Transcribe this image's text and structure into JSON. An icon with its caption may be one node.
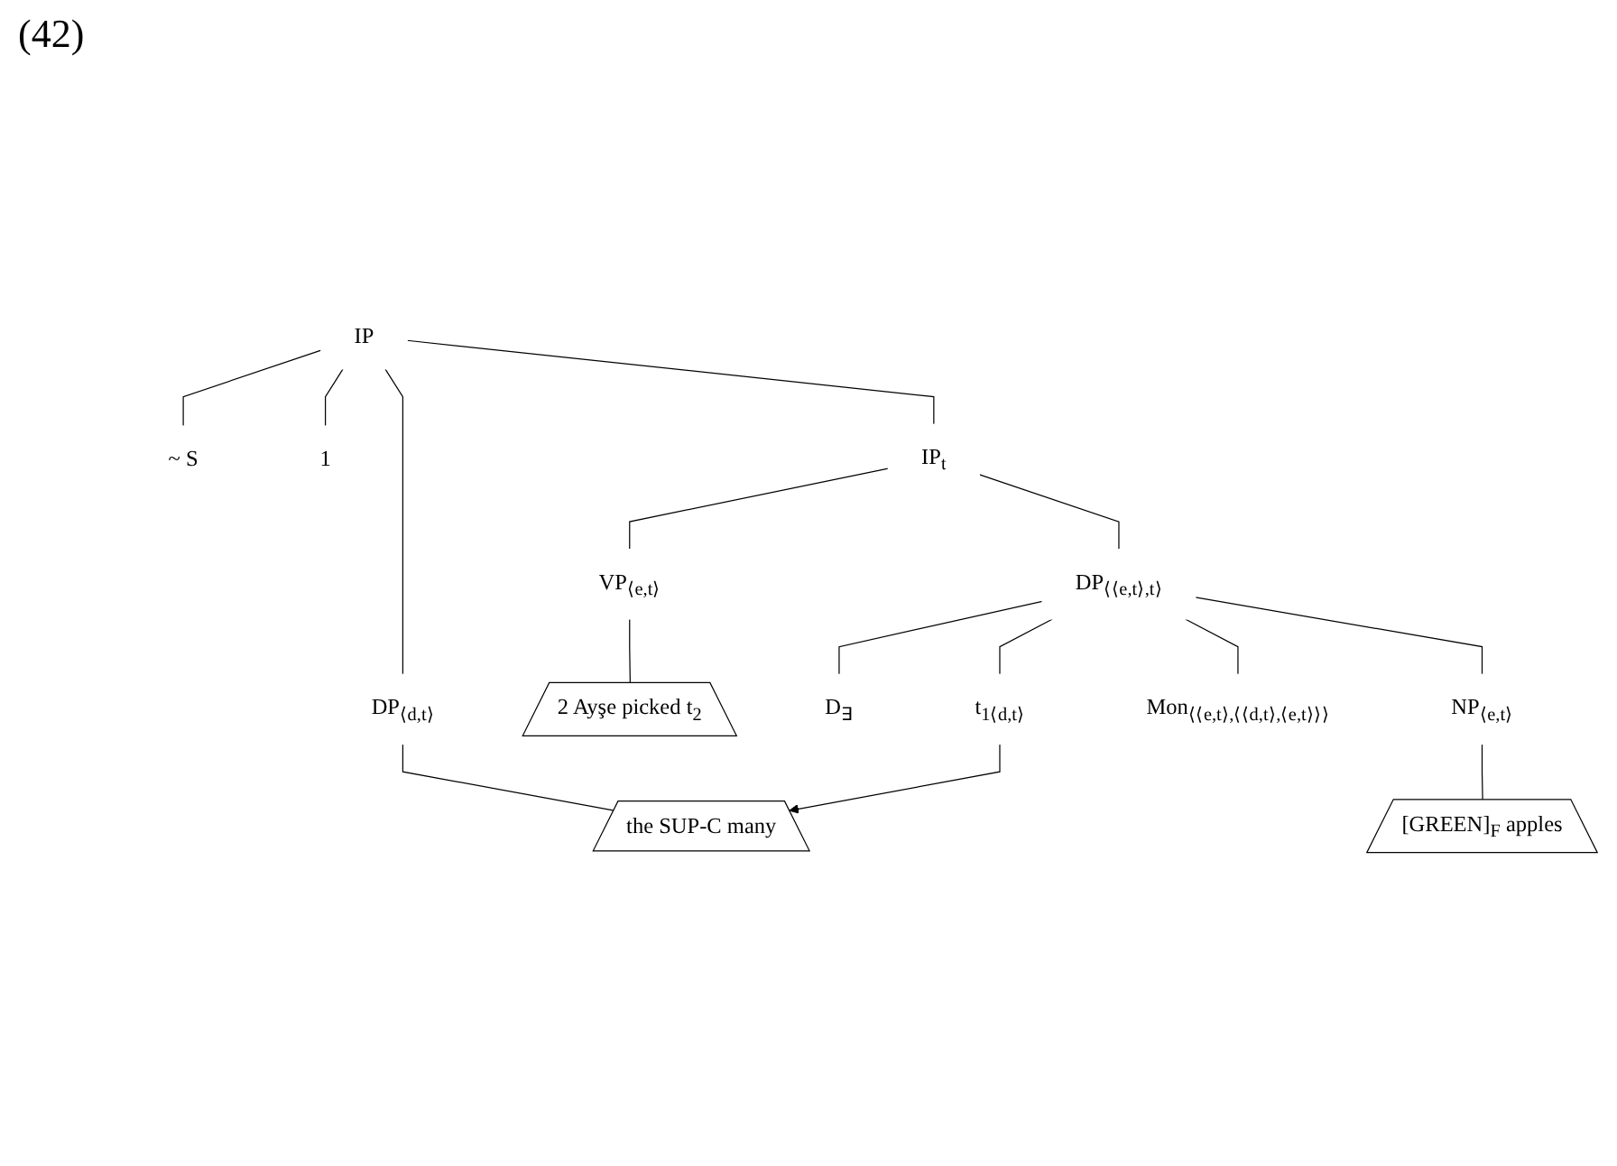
{
  "diagram": {
    "nodes": [
      {
        "text": [
          "IP"
        ]
      },
      {
        "text": [
          "DP$_{⟨d,t⟩}$"
        ]
      },
      {
        "text": [
          "the SUP-C many"
        ]
      },
      {
        "text": [
          "~ S"
        ]
      },
      {
        "text": [
          "1"
        ]
      },
      {
        "text": [
          "IP$_{t}$"
        ]
      },
      {
        "text": [
          "DP$_{⟨⟨e,t⟩,t⟩}$"
        ]
      },
      {
        "text": [
          "VP$_{⟨e,t⟩}$"
        ]
      },
      {
        "text": [
          "2 Ayşe picked t$_{2}$"
        ]
      },
      {
        "text": [
          "D$_{∃}$"
        ]
      },
      {
        "text": [
          "t$_{1⟨d,t⟩}$"
        ]
      },
      {
        "text": [
          "Mon$_{⟨⟨e,t⟩,⟨⟨d,t⟩,⟨e,t⟩⟩⟩}$"
        ]
      },
      {
        "text": [
          "NP$_{⟨e,t⟩}$"
        ]
      },
      {
        "text": [
          "[GREEN]$_{F}$ apples"
        ]
      }
    ],
    "edges": [
      {
        "from": 0,
        "to": 1,
        "arrow": "none"
      },
      {
        "from": 0,
        "to": 3,
        "arrow": "none"
      },
      {
        "from": 0,
        "to": 4,
        "arrow": "none"
      },
      {
        "from": 0,
        "to": 5,
        "arrow": "none"
      },
      {
        "from": 1,
        "to": 2,
        "arrow": "none"
      },
      {
        "from": 5,
        "to": 6,
        "arrow": "none"
      },
      {
        "from": 5,
        "to": 7,
        "arrow": "none"
      },
      {
        "from": 7,
        "to": 8,
        "arrow": "none"
      },
      {
        "from": 6,
        "to": 9,
        "arrow": "none"
      },
      {
        "from": 6,
        "to": 10,
        "arrow": "none"
      },
      {
        "from": 6,
        "to": 11,
        "arrow": "none"
      },
      {
        "from": 6,
        "to": 12,
        "arrow": "none"
      },
      {
        "from": 12,
        "to": 13,
        "arrow": "none"
      },
      {
        "from": 10,
        "to": 2,
        "arrow": "to"
      }
    ],
    "labels": [
      "(42)"
    ]
  }
}
